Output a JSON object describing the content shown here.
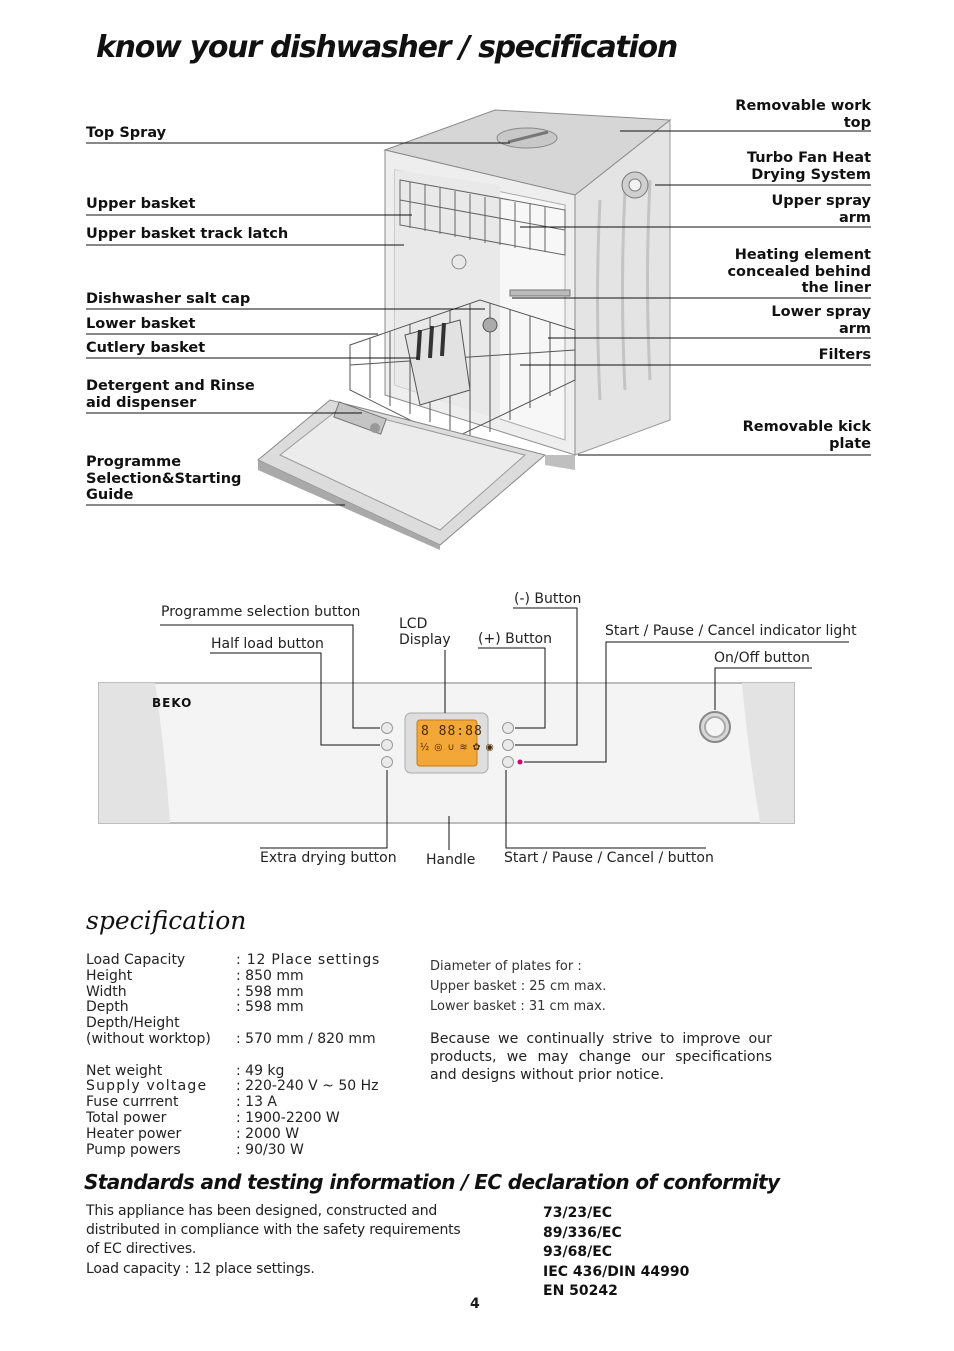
{
  "title": "know your dishwasher / specification",
  "diagram": {
    "left_labels": [
      "Top Spray",
      "Upper basket",
      "Upper basket track latch",
      "Dishwasher salt cap",
      "Lower basket",
      "Cutlery basket",
      "Detergent and Rinse aid dispenser",
      "Programme Selection&Starting Guide"
    ],
    "right_labels": [
      "Removable work top",
      "Turbo Fan Heat Drying System",
      "Upper spray arm",
      "Heating element concealed behind the liner",
      "Lower spray arm",
      "Filters",
      "Removable kick plate"
    ]
  },
  "control_panel": {
    "brand": "BEKO",
    "labels": {
      "programme_selection": "Programme selection button",
      "half_load": "Half load button",
      "lcd": "LCD Display",
      "minus": "(-) Button",
      "plus": "(+) Button",
      "start_indicator": "Start / Pause / Cancel indicator light",
      "onoff": "On/Off button",
      "extra_drying": "Extra drying button",
      "handle": "Handle",
      "start_button": "Start / Pause / Cancel / button"
    },
    "lcd_digits": "8 88:88",
    "lcd_icons": "½ ◎ ∪ ≋ ✿ ◉"
  },
  "specification": {
    "heading": "specification",
    "rows": [
      {
        "label": "Load Capacity",
        "value": ": 12  Place  settings"
      },
      {
        "label": "Height",
        "value": ": 850 mm"
      },
      {
        "label": "Width",
        "value": ": 598 mm"
      },
      {
        "label": "Depth",
        "value": ": 598 mm"
      },
      {
        "label": "Depth/Height",
        "value": ""
      },
      {
        "label": "(without worktop)",
        "value": ": 570 mm / 820 mm"
      },
      {
        "label": "",
        "value": ""
      },
      {
        "label": "Net weight",
        "value": ": 49 kg"
      },
      {
        "label": "Supply  voltage",
        "value": ": 220-240 V ~ 50 Hz"
      },
      {
        "label": "Fuse currrent",
        "value": ": 13 A"
      },
      {
        "label": "Total power",
        "value": ": 1900-2200 W"
      },
      {
        "label": "Heater power",
        "value": ": 2000 W"
      },
      {
        "label": "Pump powers",
        "value": ": 90/30 W"
      }
    ],
    "plates_heading": "Diameter of plates for  :",
    "upper_basket": "Upper basket  :     25 cm  max.",
    "lower_basket": "Lower basket  :     31 cm  max.",
    "notice": "Because we continually strive to improve our products, we may change our specifications and designs without prior notice."
  },
  "standards": {
    "heading": "Standards and testing information / EC declaration of conformity",
    "text_lines": [
      "This appliance has been designed, constructed and",
      "distributed in compliance with the safety requirements",
      "of EC directives.",
      "Load capacity : 12 place settings."
    ],
    "codes": [
      "73/23/EC",
      "89/336/EC",
      "93/68/EC",
      "IEC 436/DIN 44990",
      "EN 50242"
    ]
  },
  "page_number": "4"
}
